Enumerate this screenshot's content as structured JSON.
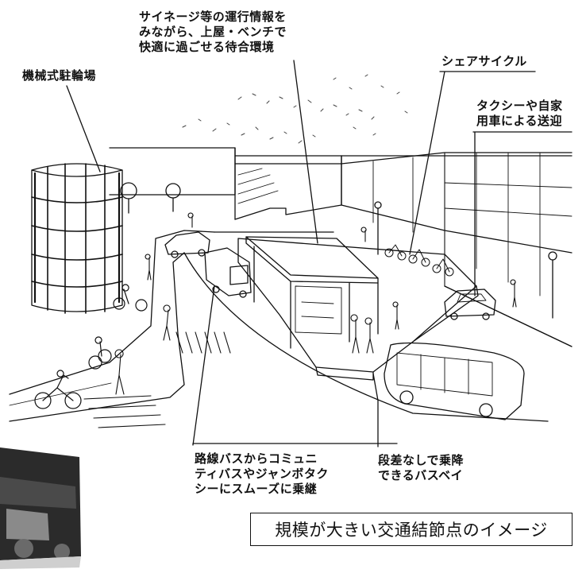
{
  "labels": {
    "waiting_area": [
      "サイネージ等の運行情報を",
      "みながら、上屋・ベンチで",
      "快適に過ごせる待合環境"
    ],
    "bicycle_parking": "機械式駐輪場",
    "share_cycle": "シェアサイクル",
    "taxi_dropoff": [
      "タクシーや自家",
      "用車による送迎"
    ],
    "transfer": [
      "路線バスからコミュニ",
      "ティバスやジャンボタク",
      "シーにスムーズに乗継"
    ],
    "bus_bay": [
      "段差なしで乗降",
      "できるバスベイ"
    ]
  },
  "caption": "規模が大きい交通結節点のイメージ"
}
